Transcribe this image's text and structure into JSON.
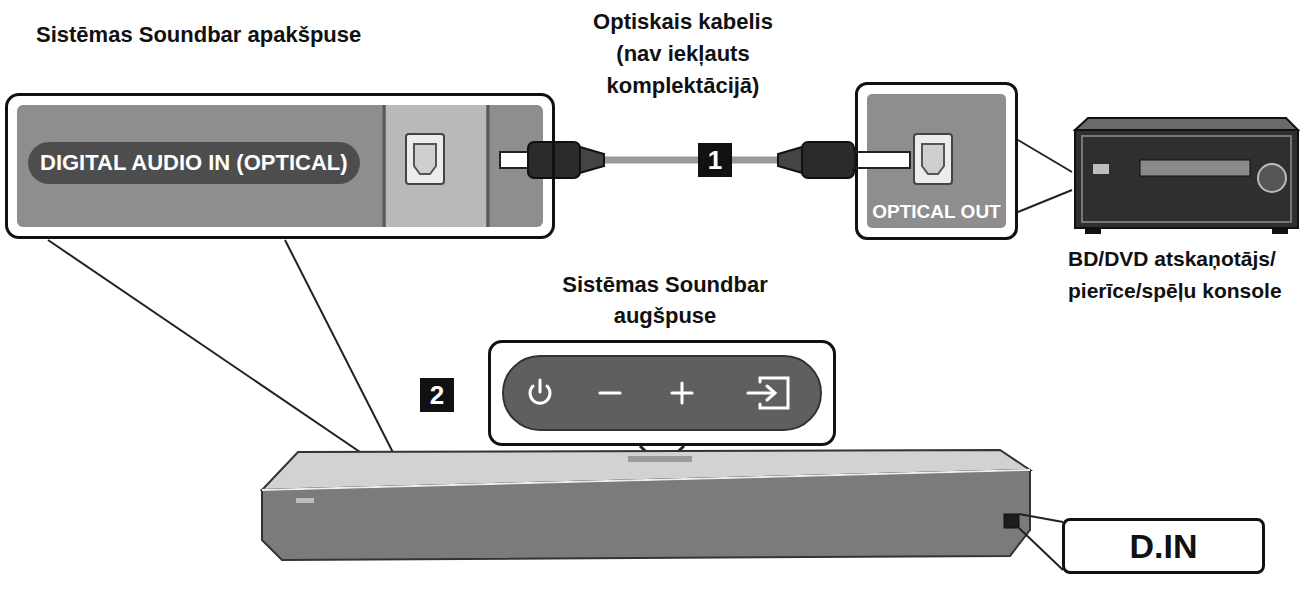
{
  "diagram": {
    "nodes": [
      {
        "text": [
          "Sistēmas Soundbar apakšpuse"
        ]
      },
      {
        "text": [
          "DIGITAL AUDIO IN (OPTICAL)"
        ],
        "in": 0
      },
      {
        "text": [
          "OPTICAL OUT"
        ]
      },
      {
        "text": [
          "Sistēmas Soundbar augšpuse"
        ]
      },
      {
        "text": [
          "D.IN"
        ]
      }
    ],
    "edges": [
      {
        "from": 0,
        "to": 2,
        "arrow": "none",
        "label": "1"
      }
    ],
    "labels": [
      "Optiskais kabelis (nav iekļauts komplektācijā)",
      "BD/DVD atskaņotājs/ pierīce/spēļu konsole",
      "2"
    ]
  }
}
